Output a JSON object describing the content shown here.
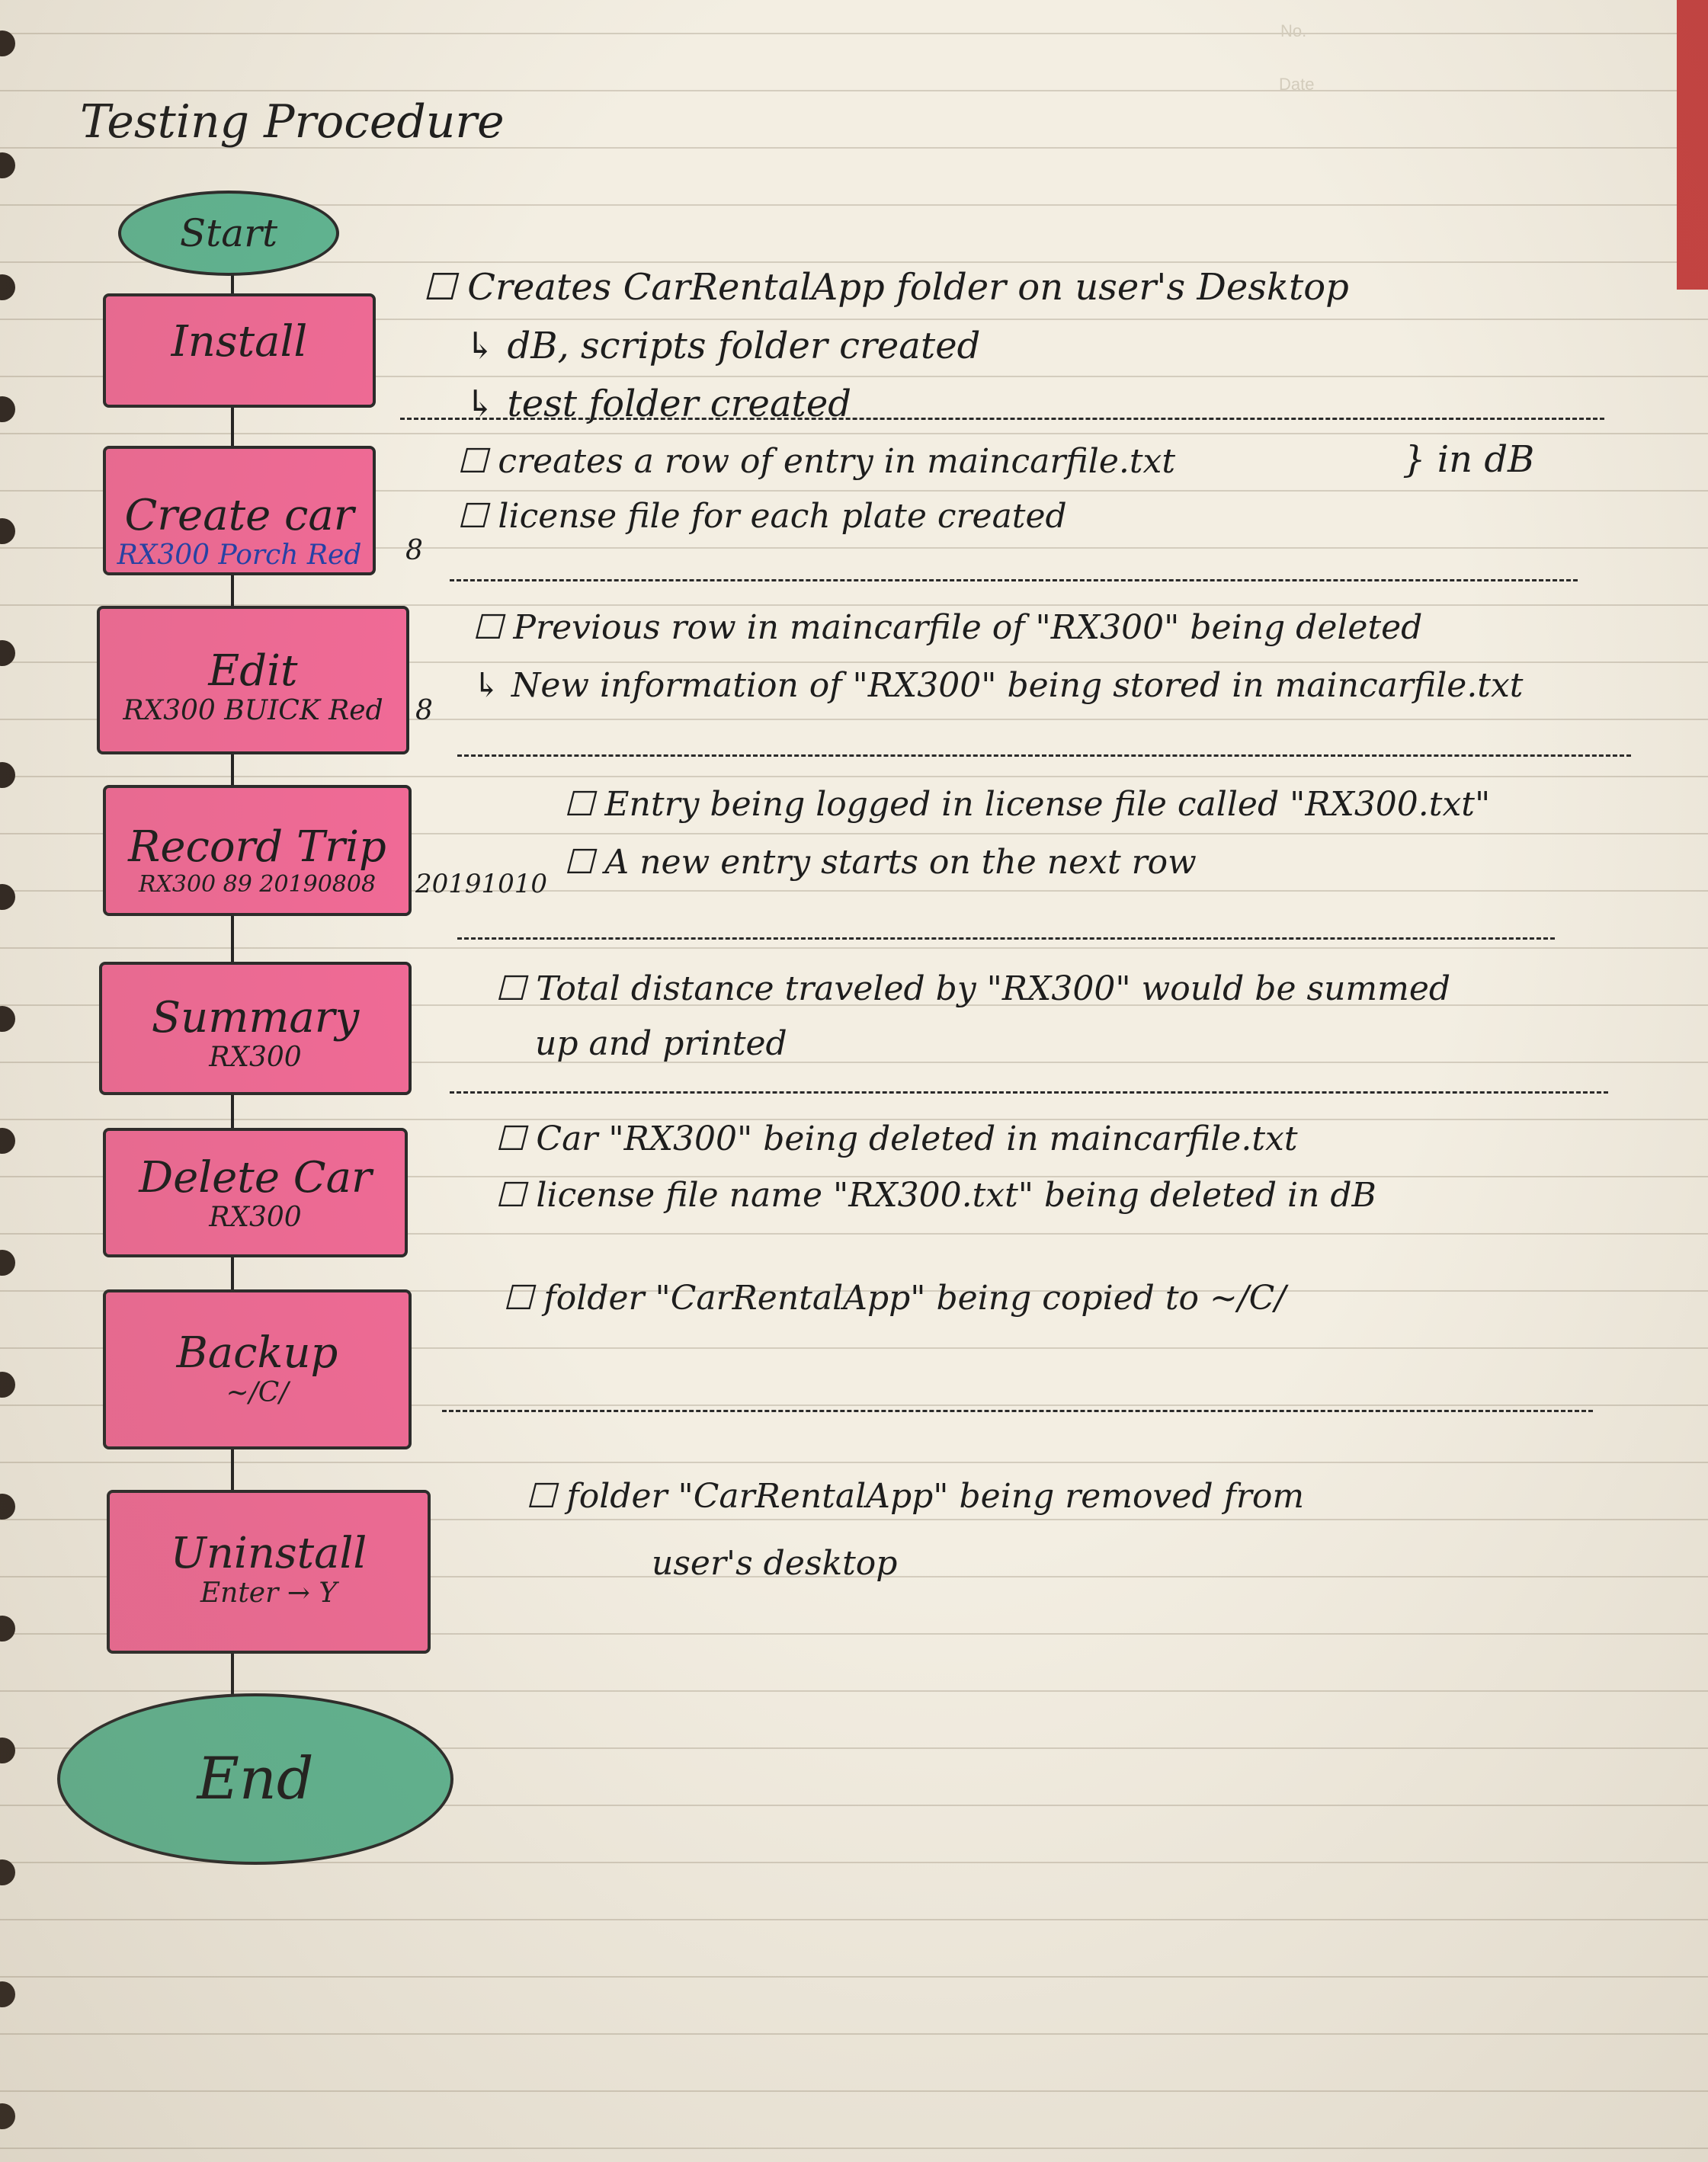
{
  "header": {
    "no_label": "No.",
    "date_label": "Date",
    "title": "Testing Procedure"
  },
  "flow": {
    "start": "Start",
    "end": "End",
    "steps": [
      {
        "label": "Install",
        "sub": ""
      },
      {
        "label": "Create car",
        "sub": "RX300 Porch Red",
        "side": "8"
      },
      {
        "label": "Edit",
        "sub": "RX300 BUICK Red",
        "side": "8"
      },
      {
        "label": "Record Trip",
        "sub": "RX300 89 20190808",
        "side": "20191010"
      },
      {
        "label": "Summary",
        "sub": "RX300"
      },
      {
        "label": "Delete Car",
        "sub": "RX300"
      },
      {
        "label": "Backup",
        "sub": "~/C/"
      },
      {
        "label": "Uninstall",
        "sub": "Enter → Y"
      }
    ]
  },
  "notes": {
    "install": [
      "☐ Creates CarRentalApp folder on user's Desktop",
      "↳ dB, scripts folder created",
      "↳ test folder created"
    ],
    "create": [
      "☐ creates a row of entry in maincarfile.txt",
      "☐ license file for each plate created"
    ],
    "create_brace": "} in dB",
    "edit": [
      "☐ Previous row in maincarfile of \"RX300\" being deleted",
      "↳ New information of \"RX300\" being stored in maincarfile.txt"
    ],
    "record": [
      "☐ Entry being logged in license file called \"RX300.txt\"",
      "☐ A new entry starts on the next row"
    ],
    "summary": [
      "☐ Total distance traveled by \"RX300\" would be summed",
      "up and printed"
    ],
    "delete": [
      "☐ Car \"RX300\" being deleted in maincarfile.txt",
      "☐ license file name \"RX300.txt\" being deleted in dB"
    ],
    "backup": [
      "☐ folder \"CarRentalApp\" being copied to ~/C/"
    ],
    "uninstall": [
      "☐ folder \"CarRentalApp\" being removed from",
      "user's desktop"
    ]
  },
  "colors": {
    "process_fill": "#f06a96",
    "terminal_fill": "#5fb592",
    "paper": "#f3eee2",
    "ink": "#1d1d1d"
  }
}
